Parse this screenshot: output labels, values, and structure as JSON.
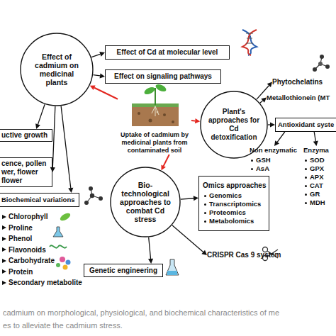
{
  "diagram": {
    "caption": "cadmium on morphological, physiological, and biochemical characteristics of me es to alleviate the cadmium stress.",
    "nodes": [
      {
        "text": [
          "Effect of cadmium on medicinal plants"
        ]
      },
      {
        "text": [
          "Effect of Cd at molecular level"
        ]
      },
      {
        "text": [
          "Effect on signaling pathways"
        ]
      },
      {
        "text": [
          "uctive growth"
        ]
      },
      {
        "text": [
          "cence, pollen wer, flower flower"
        ]
      },
      {
        "text": [
          "Biochemical variations"
        ]
      },
      {
        "text": [
          "Uptake of cadmium by medicinal plants from contaminated soil"
        ]
      },
      {
        "text": [
          "Plant's approaches for Cd detoxification"
        ]
      },
      {
        "text": [
          "Phytochelatins"
        ]
      },
      {
        "text": [
          "Metallothionein (MT"
        ]
      },
      {
        "text": [
          "Antioxidant syste"
        ]
      },
      {
        "text": [
          "Non enzymatic",
          "GSH",
          "AsA"
        ]
      },
      {
        "text": [
          "Enzyma",
          "SOD",
          "GPX",
          "APX",
          "CAT",
          "GR",
          "MDH"
        ]
      },
      {
        "text": [
          "Bio-technological approaches to combat Cd stress"
        ]
      },
      {
        "text": [
          "Omics approaches",
          "Genomics",
          "Transcriptomics",
          "Proteomics",
          "Metabolomics"
        ]
      },
      {
        "text": [
          "CRISPR Cas 9 system"
        ]
      },
      {
        "text": [
          "Genetic engineering"
        ]
      }
    ],
    "edges": [
      {
        "from": 6,
        "to": 0,
        "arrow": "to"
      },
      {
        "from": 6,
        "to": 7,
        "arrow": "to"
      },
      {
        "from": 6,
        "to": 13,
        "arrow": "to"
      },
      {
        "from": 0,
        "to": 1,
        "arrow": "to"
      },
      {
        "from": 0,
        "to": 2,
        "arrow": "to"
      },
      {
        "from": 0,
        "to": 3,
        "arrow": "to"
      },
      {
        "from": 0,
        "to": 4,
        "arrow": "to"
      },
      {
        "from": 0,
        "to": 5,
        "arrow": "to"
      },
      {
        "from": 7,
        "to": 8,
        "arrow": "to"
      },
      {
        "from": 7,
        "to": 9,
        "arrow": "to"
      },
      {
        "from": 7,
        "to": 10,
        "arrow": "to"
      },
      {
        "from": 10,
        "to": 11,
        "arrow": "to"
      },
      {
        "from": 10,
        "to": 12,
        "arrow": "to"
      },
      {
        "from": 13,
        "to": 14,
        "arrow": "to"
      },
      {
        "from": 13,
        "to": 15,
        "arrow": "to"
      },
      {
        "from": 13,
        "to": 16,
        "arrow": "to"
      }
    ],
    "labels": [
      "Chlorophyll",
      "Proline",
      "Phenol",
      "Flavonoids",
      "Carbohydrate",
      "Protein",
      "Secondary metabolite"
    ]
  }
}
